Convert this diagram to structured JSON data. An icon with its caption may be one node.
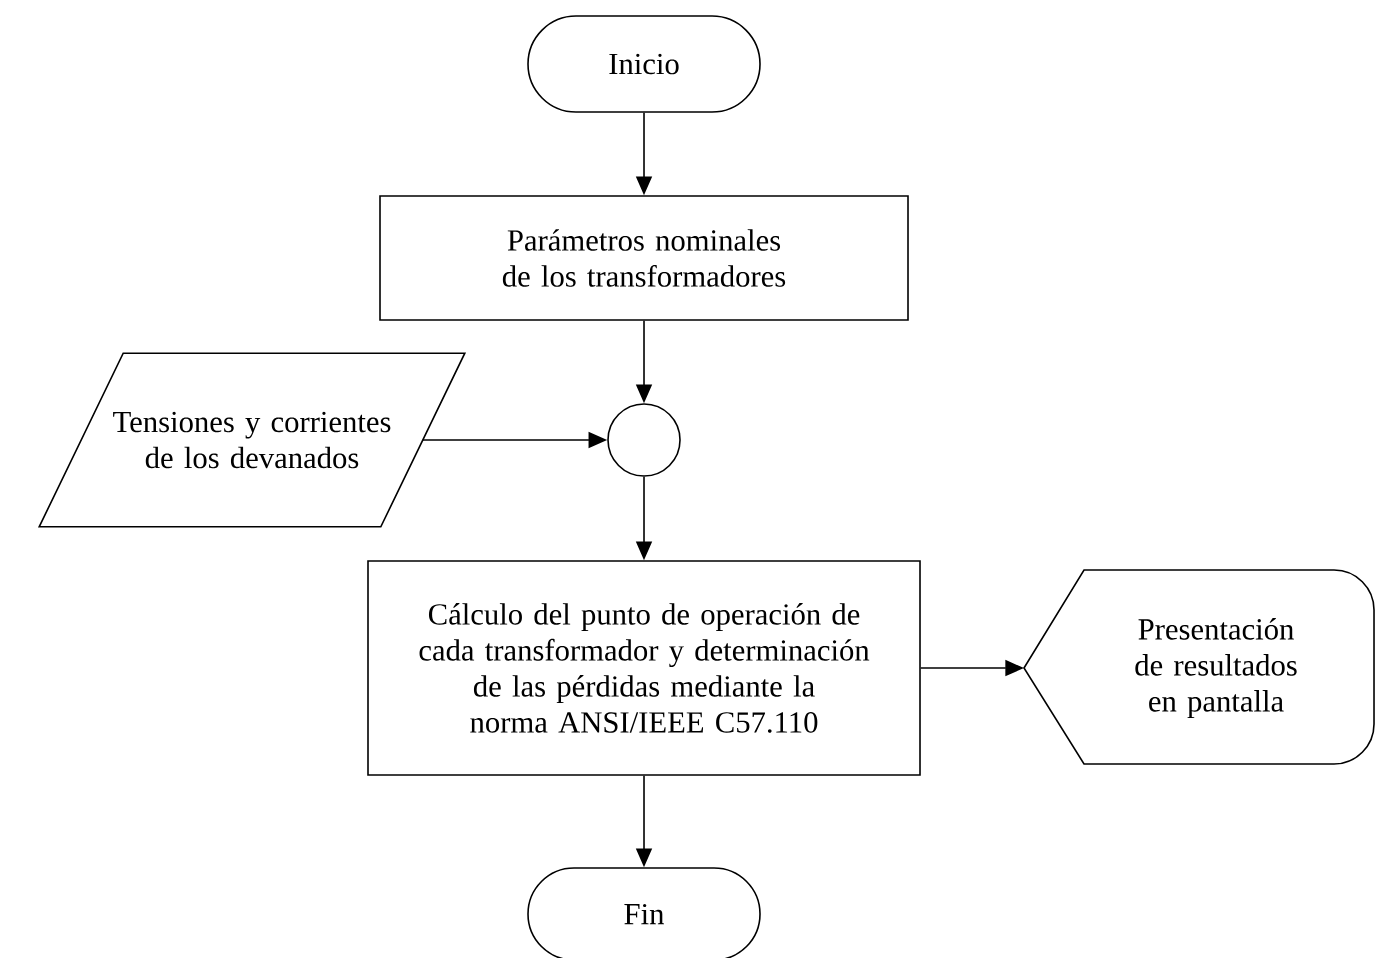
{
  "diagram": {
    "nodes": [
      {
        "text": [
          "Inicio"
        ]
      },
      {
        "text": [
          "Parámetros nominales de los transformadores"
        ]
      },
      {
        "text": [
          "Tensiones y corrientes de los devanados"
        ]
      },
      {
        "text": [],
        "shape": "circle"
      },
      {
        "text": [
          "Cálculo del punto de operación de cada transformador y determinación de las pérdidas mediante la norma ANSI/IEEE C57.110"
        ]
      },
      {
        "text": [
          "Presentación de resultados en pantalla"
        ]
      },
      {
        "text": [
          "Fin"
        ]
      }
    ],
    "edges": [
      {
        "from": 0,
        "to": 1,
        "arrow": "to"
      },
      {
        "from": 1,
        "to": 3,
        "arrow": "to"
      },
      {
        "from": 2,
        "to": 3,
        "arrow": "to"
      },
      {
        "from": 3,
        "to": 4,
        "arrow": "to"
      },
      {
        "from": 4,
        "to": 6,
        "arrow": "to"
      },
      {
        "from": 4,
        "to": 5,
        "arrow": "to"
      }
    ]
  }
}
